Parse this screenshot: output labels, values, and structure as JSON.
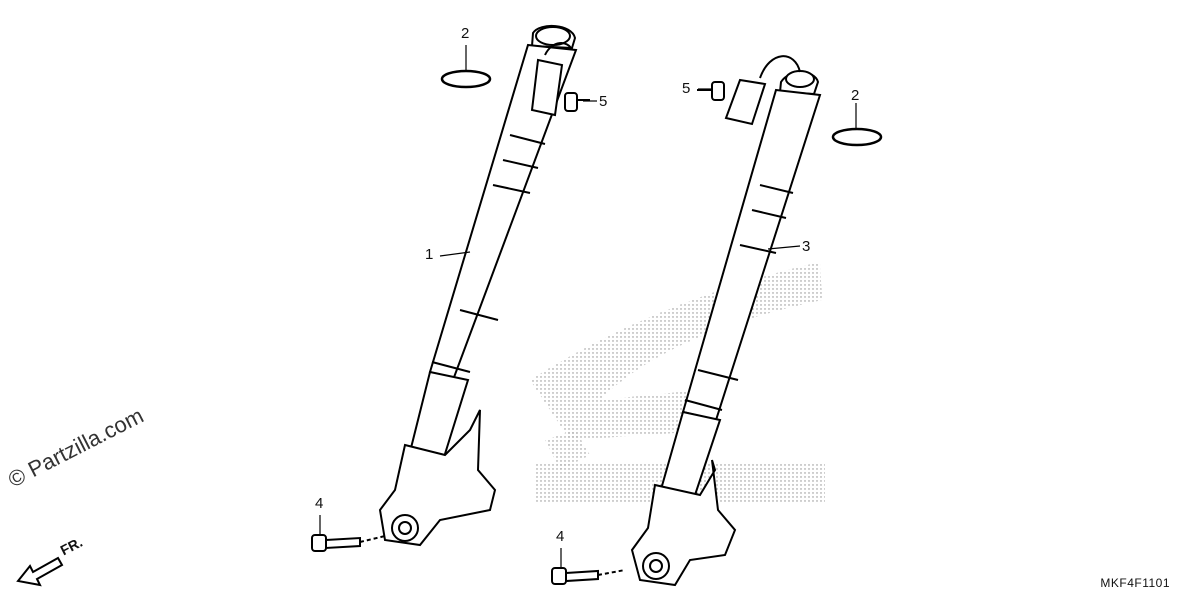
{
  "diagram": {
    "code": "MKF4F1101",
    "watermark": "© Partzilla.com",
    "direction_label": "FR.",
    "callouts": [
      {
        "id": "1",
        "text": "1"
      },
      {
        "id": "2L",
        "text": "2"
      },
      {
        "id": "5L",
        "text": "5"
      },
      {
        "id": "4L",
        "text": "4"
      },
      {
        "id": "5R",
        "text": "5"
      },
      {
        "id": "2R",
        "text": "2"
      },
      {
        "id": "3",
        "text": "3"
      },
      {
        "id": "4R",
        "text": "4"
      }
    ]
  }
}
